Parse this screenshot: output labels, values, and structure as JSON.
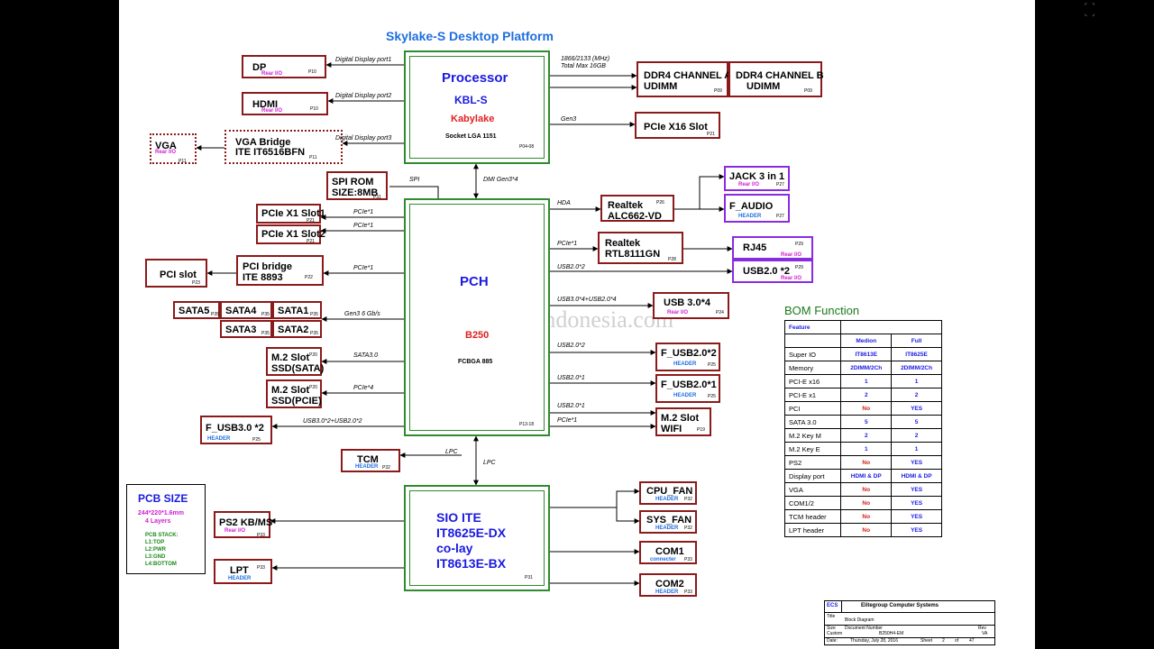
{
  "title": "Skylake-S Desktop Platform",
  "watermark": "www.teknisi-indonesia.com",
  "processor": {
    "title": "Processor",
    "codename": "KBL-S",
    "family": "Kabylake",
    "socket": "Socket LGA 1151",
    "page": "P04-08"
  },
  "pch": {
    "title": "PCH",
    "model": "B250",
    "package": "FCBGA 885",
    "page": "P13-18"
  },
  "sio": {
    "line1": "SIO ITE",
    "line2": "IT8625E-DX",
    "line3": "co-lay",
    "line4": "IT8613E-BX",
    "page": "P31"
  },
  "ports": {
    "dp": {
      "name": "DP",
      "sub": "Rear I/O",
      "page": "P10"
    },
    "hdmi": {
      "name": "HDMI",
      "sub": "Rear I/O",
      "page": "P10"
    },
    "vga": {
      "name": "VGA",
      "sub": "Rear I/O",
      "page": "P11"
    },
    "vga_bridge": {
      "line1": "VGA Bridge",
      "line2": "ITE IT6516BFN",
      "page": "P11"
    },
    "spi_rom": {
      "line1": "SPI ROM",
      "line2": "SIZE:8MB",
      "page": "P31"
    },
    "pcie_x1_1": {
      "name": "PCIe X1 Slot1",
      "page": "P21"
    },
    "pcie_x1_2": {
      "name": "PCIe X1 Slot2",
      "page": "P21"
    },
    "pci_bridge": {
      "line1": "PCI bridge",
      "line2": "ITE 8893",
      "page": "P22"
    },
    "pci_slot": {
      "name": "PCI  slot",
      "page": "P23"
    },
    "sata5": {
      "name": "SATA5",
      "page": "P35"
    },
    "sata4": {
      "name": "SATA4",
      "page": "P35"
    },
    "sata1": {
      "name": "SATA1",
      "page": "P35"
    },
    "sata3": {
      "name": "SATA3",
      "page": "P35"
    },
    "sata2": {
      "name": "SATA2",
      "page": "P35"
    },
    "m2_sata": {
      "line1": "M.2 Slot",
      "line2": "SSD(SATA)",
      "page": "P20"
    },
    "m2_pcie": {
      "line1": "M.2 Slot",
      "line2": "SSD(PCIE)",
      "page": "P20"
    },
    "f_usb30": {
      "name": "F_USB3.0 *2",
      "sub": "HEADER",
      "page": "P25"
    },
    "tcm": {
      "name": "TCM",
      "sub": "HEADER",
      "page": "P32"
    },
    "ddr4_a": {
      "line1": "DDR4 CHANNEL A",
      "line2": "UDIMM",
      "page": "P09"
    },
    "ddr4_b": {
      "line1": "DDR4 CHANNEL B",
      "line2": "UDIMM",
      "page": "P09"
    },
    "pcie_x16": {
      "name": "PCIe X16 Slot",
      "page": "P21"
    },
    "realtek_audio": {
      "line1": "Realtek",
      "line2": "ALC662-VD",
      "page": "P26"
    },
    "jack": {
      "name": "JACK 3 in 1",
      "sub": "Rear I/O",
      "page": "P27"
    },
    "f_audio": {
      "name": "F_AUDIO",
      "sub": "HEADER",
      "page": "P27"
    },
    "realtek_lan": {
      "line1": "Realtek",
      "line2": "RTL8111GN",
      "page": "P28"
    },
    "rj45": {
      "name": "RJ45",
      "sub": "Rear I/O",
      "page": "P29"
    },
    "usb20_rear": {
      "name": "USB2.0 *2",
      "sub": "Rear I/O",
      "page": "P29"
    },
    "usb30_rear": {
      "name": "USB 3.0*4",
      "sub": "Rear I/O",
      "page": "P24"
    },
    "f_usb20_2": {
      "name": "F_USB2.0*2",
      "sub": "HEADER",
      "page": "P25"
    },
    "f_usb20_1": {
      "name": "F_USB2.0*1",
      "sub": "HEADER",
      "page": "P25"
    },
    "m2_wifi": {
      "line1": "M.2 Slot",
      "line2": "WIFI",
      "page": "P19"
    },
    "cpu_fan": {
      "name": "CPU_FAN",
      "sub": "HEADER",
      "page": "P32"
    },
    "sys_fan": {
      "name": "SYS_FAN",
      "sub": "HEADER",
      "page": "P32"
    },
    "com1": {
      "name": "COM1",
      "sub": "connecter",
      "page": "P33"
    },
    "com2": {
      "name": "COM2",
      "sub": "HEADER",
      "page": "P33"
    },
    "ps2": {
      "name": "PS2 KB/MS",
      "sub": "Rear I/O",
      "page": "P33"
    },
    "lpt": {
      "name": "LPT",
      "sub": "HEADER",
      "page": "P33"
    }
  },
  "links": {
    "dp1": "Digital Display port1",
    "dp2": "Digital Display port2",
    "dp3": "Digital Display port3",
    "spi": "SPI",
    "dmi": "DMI Gen3*4",
    "mem_speed": "1866/2133 (MHz)",
    "mem_total": "Total Max 16GB",
    "gen3": "Gen3",
    "hda": "HDA",
    "pcie1_lan": "PCIe*1",
    "usb2x2_rear": "USB2.0*2",
    "usb3_mix": "USB3.0*4+USB2.0*4",
    "usb2x2_hdr": "USB2.0*2",
    "usb2x1_hdr": "USB2.0*1",
    "usb2x1_wifi": "USB2.0*1",
    "pcie1_wifi": "PCIe*1",
    "pcie1_slot1": "PCIe*1",
    "pcie1_slot2": "PCIe*1",
    "pcie1_bridge": "PCIe*1",
    "sata_gen3": "Gen3 6 Gb/s",
    "sata30": "SATA3.0",
    "pcie4": "PCIe*4",
    "usb_front": "USB3.0*2+USB2.0*2",
    "lpc1": "LPC",
    "lpc2": "LPC"
  },
  "pcb": {
    "title": "PCB SIZE",
    "size": "244*220*1.6mm",
    "layers": "4 Layers",
    "stack_title": "PCB STACK:",
    "l1": "L1:TOP",
    "l2": "L2:PWR",
    "l3": "L3:GND",
    "l4": "L4:BOTTOM"
  },
  "bom": {
    "title": "BOM Function",
    "header": [
      "Feature",
      "Medion",
      "Full"
    ],
    "rows": [
      {
        "feature": "Super IO",
        "medion": "IT8613E",
        "full": "IT8625E"
      },
      {
        "feature": "Memory",
        "medion": "2DIMM/2Ch",
        "full": "2DIMM/2Ch"
      },
      {
        "feature": "PCI-E x16",
        "medion": "1",
        "full": "1"
      },
      {
        "feature": "PCI-E x1",
        "medion": "2",
        "full": "2"
      },
      {
        "feature": "PCI",
        "medion": "No",
        "full": "YES"
      },
      {
        "feature": "SATA 3.0",
        "medion": "5",
        "full": "5"
      },
      {
        "feature": "M.2 Key M",
        "medion": "2",
        "full": "2"
      },
      {
        "feature": "M.2 Key E",
        "medion": "1",
        "full": "1"
      },
      {
        "feature": "PS2",
        "medion": "No",
        "full": "YES"
      },
      {
        "feature": "Display port",
        "medion": "HDMI & DP",
        "full": "HDMI & DP"
      },
      {
        "feature": "VGA",
        "medion": "No",
        "full": "YES"
      },
      {
        "feature": "COM1/2",
        "medion": "No",
        "full": "YES"
      },
      {
        "feature": "TCM header",
        "medion": "No",
        "full": "YES"
      },
      {
        "feature": "LPT header",
        "medion": "No",
        "full": "YES"
      }
    ]
  },
  "titleblock": {
    "company": "Elitegroup Computer Systems",
    "logo": "ECS",
    "title_label": "Title",
    "title": "Block Diagram",
    "size_label": "Size",
    "size": "Custom",
    "docnum_label": "Document Number",
    "docnum": "B250H4-EM",
    "rev_label": "Rev",
    "rev": "VA",
    "date_label": "Date:",
    "date": "Thursday, July 28, 2016",
    "sheet_label": "Sheet",
    "sheet": "2",
    "of_label": "of",
    "of": "47"
  }
}
